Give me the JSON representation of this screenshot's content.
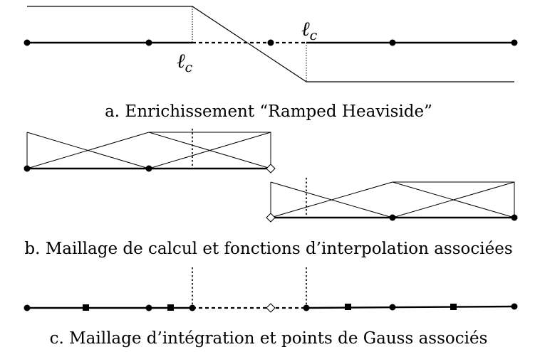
{
  "panel_a": {
    "label_left": "ℓ",
    "label_left_sub": "c",
    "label_right": "ℓ",
    "label_right_sub": "c",
    "caption": "a. Enrichissement “Ramped Heaviside”"
  },
  "panel_b": {
    "caption": "b. Maillage de calcul et fonctions d’interpolation associées"
  },
  "panel_c": {
    "caption": "c. Maillage d’intégration et points de Gauss associés"
  }
}
